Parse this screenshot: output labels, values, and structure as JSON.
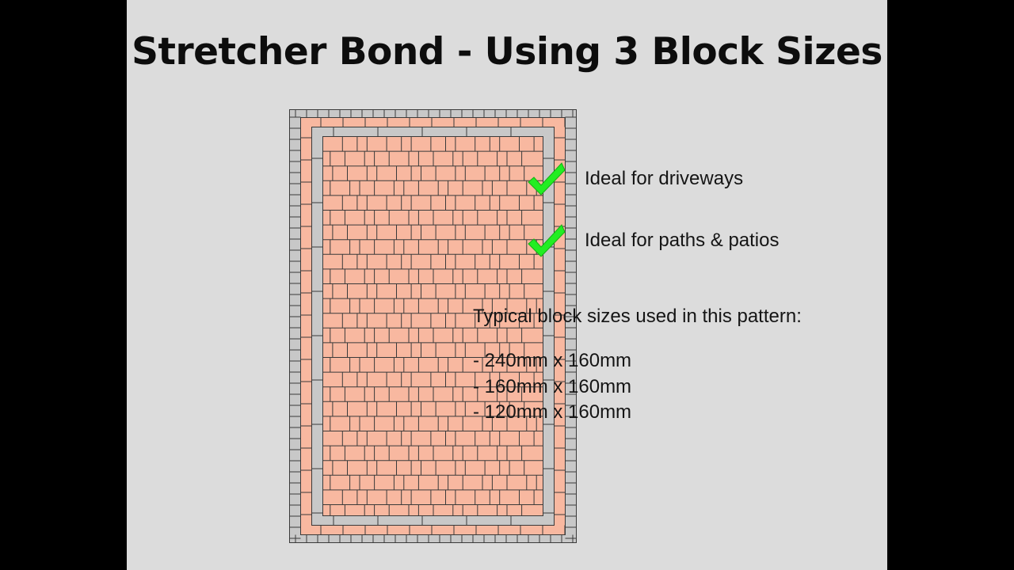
{
  "title": "Stretcher Bond - Using 3 Block Sizes",
  "benefits": [
    {
      "icon": "check-icon",
      "text": "Ideal for driveways"
    },
    {
      "icon": "check-icon",
      "text": "Ideal for paths & patios"
    }
  ],
  "sizes": {
    "heading": "Typical block sizes used in this pattern:",
    "items": [
      "- 240mm x 160mm",
      "- 160mm x 160mm",
      "- 120mm x 160mm"
    ]
  },
  "colors": {
    "slide_background": "#dcdcdc",
    "letterbox": "#000000",
    "field_block": "#f8b8a0",
    "edging_block": "#c8c8c8",
    "joint": "#3a3a3a",
    "check": "#22ee22"
  }
}
